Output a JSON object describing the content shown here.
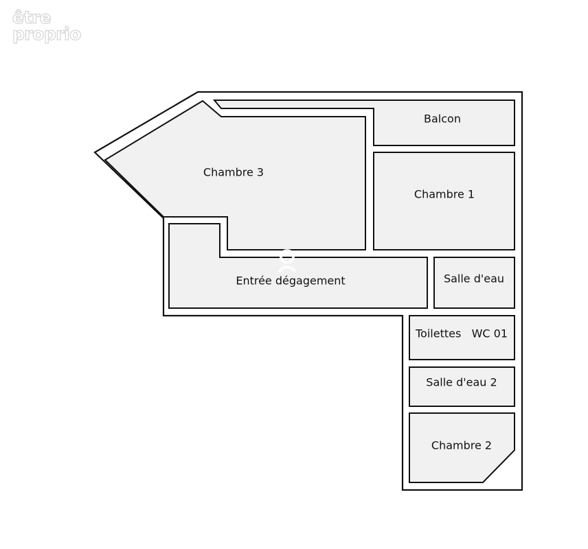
{
  "brand": {
    "watermark_line1": "être",
    "watermark_line2": "proprio"
  },
  "rooms": [
    {
      "id": "balcon",
      "label": "Balcon"
    },
    {
      "id": "chambre-3",
      "label": "Chambre 3"
    },
    {
      "id": "chambre-1",
      "label": "Chambre 1"
    },
    {
      "id": "entree",
      "label": "Entrée dégagement"
    },
    {
      "id": "salle-eau",
      "label": "Salle d'eau"
    },
    {
      "id": "toilettes",
      "label": "Toilettes   WC 01"
    },
    {
      "id": "salle-eau-2",
      "label": "Salle d'eau 2"
    },
    {
      "id": "chambre-2",
      "label": "Chambre 2"
    }
  ],
  "colors": {
    "wall": "#111111",
    "room_fill": "#f1f1f1",
    "background": "#ffffff"
  }
}
